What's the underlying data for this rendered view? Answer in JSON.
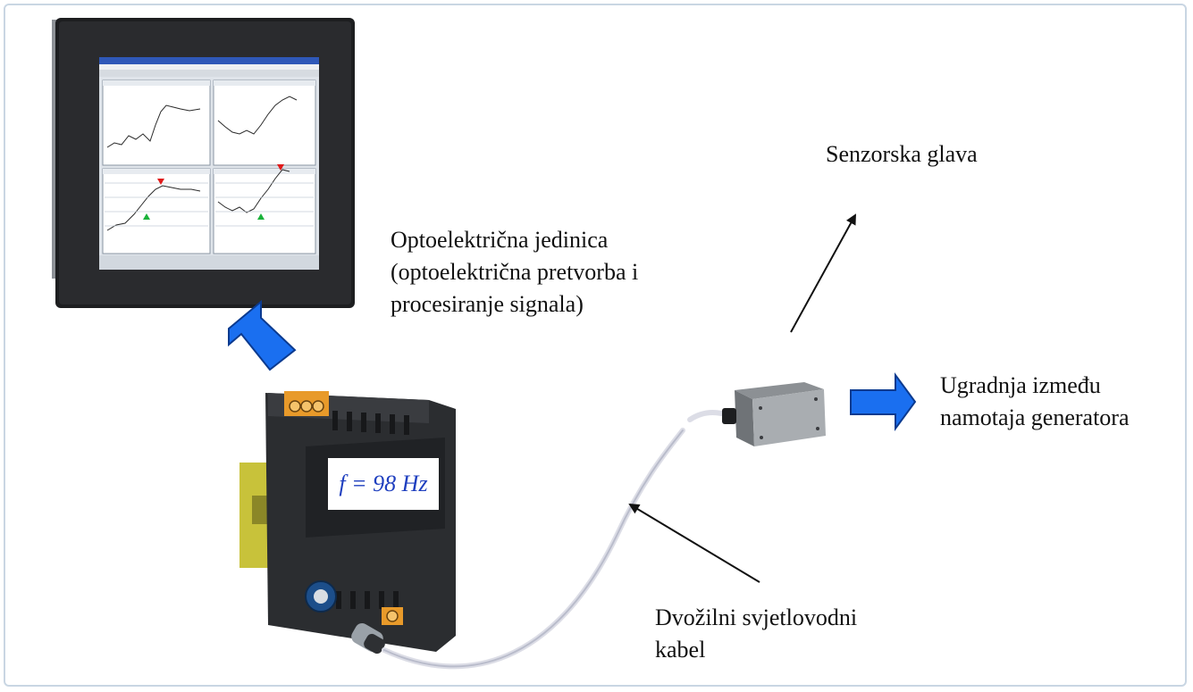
{
  "labels": {
    "sensor_head": "Senzorska glava",
    "opto_unit": [
      "Optoelektrična jedinica",
      "(optoelektrična pretvorba i",
      "procesiranje signala)"
    ],
    "installation": [
      "Ugradnja između",
      "namotaja generatora"
    ],
    "cable": [
      "Dvožilni svjetlovodni",
      "kabel"
    ]
  },
  "display": {
    "frequency_reading": "f = 98 Hz"
  },
  "colors": {
    "arrow_fill": "#1a6ff0",
    "arrow_stroke": "#0b3a8f",
    "device_body": "#2b2d30",
    "terminal_orange": "#e89a2a",
    "din_rail": "#c8c23a",
    "frame_border": "#c9d6e3"
  }
}
